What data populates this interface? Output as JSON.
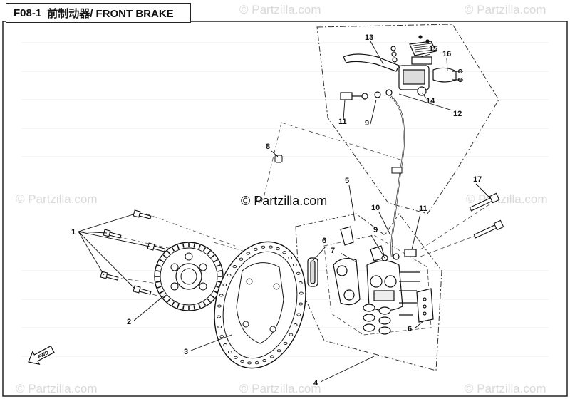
{
  "header": {
    "code": "F08-1",
    "title": "前制动器/ FRONT BRAKE"
  },
  "watermark": {
    "text": "© Partzilla.com",
    "main": "© Partzilla.com"
  },
  "callouts": {
    "c1": "1",
    "c2": "2",
    "c3": "3",
    "c4": "4",
    "c5": "5",
    "c6a": "6",
    "c6b": "6",
    "c7": "7",
    "c8": "8",
    "c9a": "9",
    "c9b": "9",
    "c10": "10",
    "c11a": "11",
    "c11b": "11",
    "c12": "12",
    "c13": "13",
    "c14": "14",
    "c15": "15",
    "c16": "16",
    "c17": "17"
  },
  "fwd_label": "FWD"
}
